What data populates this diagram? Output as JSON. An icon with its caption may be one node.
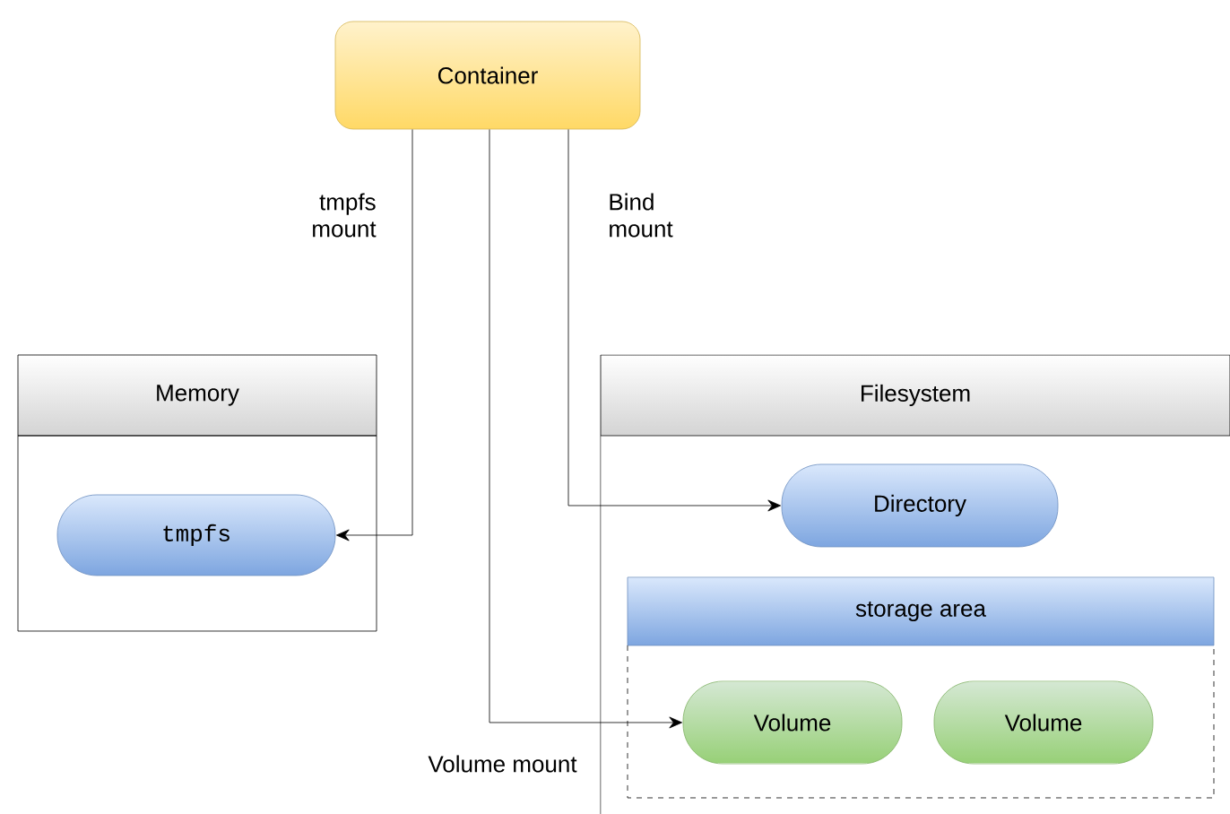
{
  "diagram": {
    "nodes": [
      {
        "text": [
          "Container"
        ]
      },
      {
        "text": [
          "Memory"
        ]
      },
      {
        "text": [
          "tmpfs"
        ],
        "in": 1
      },
      {
        "text": [
          "Filesystem"
        ]
      },
      {
        "text": [
          "Directory"
        ],
        "in": 3
      },
      {
        "text": [
          "storage area"
        ],
        "in": 3
      },
      {
        "text": [
          "Volume"
        ],
        "in": 5
      },
      {
        "text": [
          "Volume"
        ],
        "in": 5
      }
    ],
    "edges": [
      {
        "from": 0,
        "to": 2,
        "arrow": "to",
        "label": "tmpfs mount"
      },
      {
        "from": 0,
        "to": 4,
        "arrow": "to",
        "label": "Bind mount"
      },
      {
        "from": 0,
        "to": 6,
        "arrow": "to",
        "label": "Volume mount"
      }
    ]
  }
}
